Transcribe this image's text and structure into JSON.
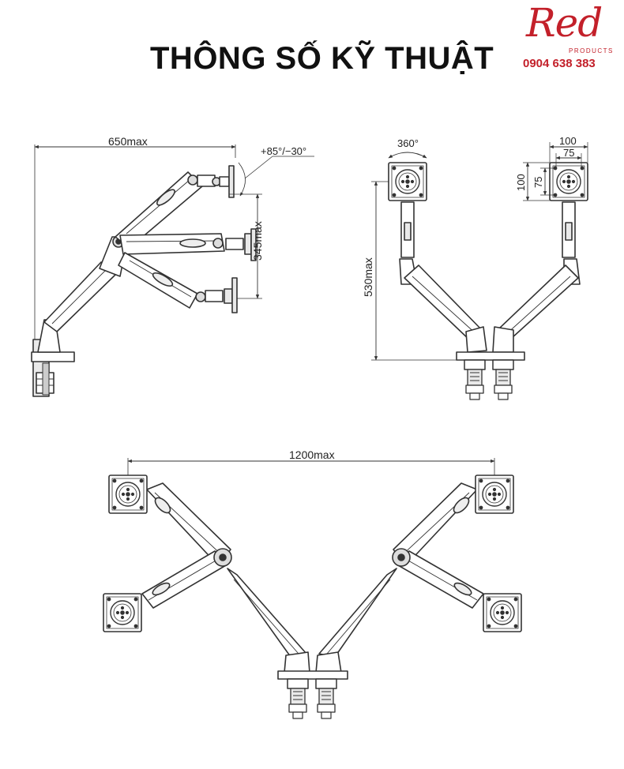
{
  "header": {
    "title": "THÔNG SỐ KỸ THUẬT"
  },
  "logo": {
    "wordmark": "Red",
    "subtitle": "PRODUCTS",
    "phone": "0904 638 383",
    "brand_color": "#c3202a"
  },
  "dimensions": {
    "side_width": "650max",
    "tilt": "+85°/−30°",
    "side_height": "345max",
    "swivel": "360°",
    "front_height": "530max",
    "vesa_outer_w": "100",
    "vesa_inner_w": "75",
    "vesa_outer_h": "100",
    "vesa_inner_h": "75",
    "top_span": "1200max"
  },
  "colors": {
    "line": "#333333",
    "fill": "#ffffff",
    "shade": "#e9e9e9"
  }
}
